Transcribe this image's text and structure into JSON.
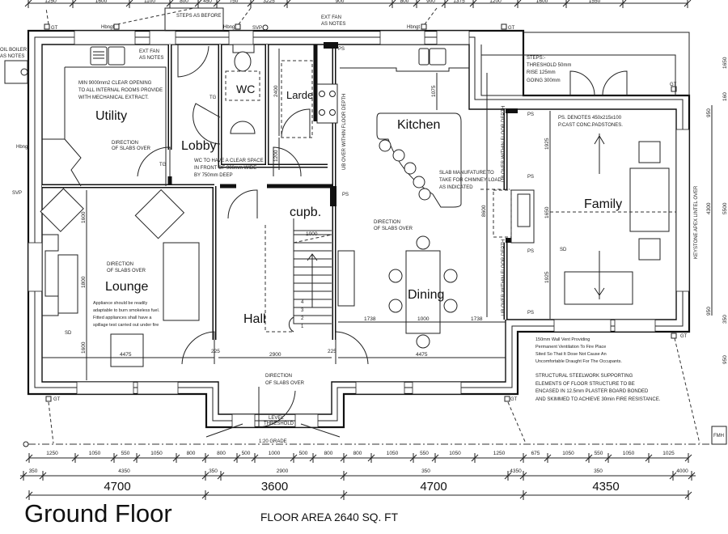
{
  "drawing": {
    "title": "Ground Floor",
    "floor_area": "FLOOR AREA 2640 SQ. FT"
  },
  "rooms": {
    "utility": "Utility",
    "lobby": "Lobby",
    "wc": "WC",
    "larder": "Larder",
    "kitchen": "Kitchen",
    "cupboard": "cupb.",
    "lounge": "Lounge",
    "hall": "Hall",
    "dining": "Dining",
    "family": "Family"
  },
  "labels": {
    "oil_boiler": [
      "OIL BOILER",
      "AS NOTES"
    ],
    "steps_as_before": "STEPS AS BEFORE",
    "ext_fan_utility": [
      "EXT FAN",
      "AS NOTES"
    ],
    "ext_fan_kitchen": [
      "EXT FAN",
      "AS NOTES"
    ],
    "hbngt": "Hbngt",
    "gt": "GT",
    "svp": "SVP",
    "ps": "PS",
    "tg": "TG",
    "sd": "SD",
    "level_threshold": [
      "LEVEL",
      "THRESHOLD"
    ],
    "grade": "1:20 GRADE",
    "fmh": "FMH",
    "keystone": "KEYSTONE APEX LINTEL OVER",
    "ub_over": "UB OVER WITHIN FLOOR DEPTH",
    "direction_slabs": [
      "DIRECTION",
      "OF SLABS OVER"
    ]
  },
  "notes": {
    "extract": [
      "MIN 9000mm2 CLEAR OPENING",
      "TO ALL INTERNAL ROOMS PROVIDE",
      "WITH MECHANICAL EXTRACT."
    ],
    "wc_space": [
      "WC TO HAVE A CLEAR SPACE",
      "IN FRONT OF 900mm WIDE",
      "BY 750mm DEEP"
    ],
    "chimney": [
      "SLAB MANUFATURE TO",
      "TAKE FOR CHIMNEY LOAD",
      "AS INDICATED"
    ],
    "steps": [
      "STEPS:-",
      "THRESHOLD  50mm",
      "RISE 125mm",
      "GOING 300mm"
    ],
    "padstones": [
      "PS. DENOTES 450x215x100",
      "P.CAST CONC.PADSTONES."
    ],
    "appliance": [
      "Appliance should be readily",
      "adaptable to burn smokeless fuel.",
      "Fitted appliances shall have a",
      "spillage test carried out under fire"
    ],
    "vent": [
      "150mm Wall Vent Providing",
      "Permanent Ventilation To Fire Place",
      "Sited So That It Dose Not Cause An",
      "Uncomfortable Draught For The Occupants."
    ],
    "steelwork": [
      "STRUCTURAL STEELWORK SUPPORTING",
      "ELEMENTS OF FLOOR STRUCTURE TO BE",
      "ENCASED IN 12.5mm PLASTER BOARD BONDED",
      "AND SKIMMED TO ACHIEVE 30min FIRE RESISTANCE."
    ]
  },
  "stairs": [
    "1",
    "2",
    "3",
    "4"
  ],
  "dimensions": {
    "top_row": [
      "1250",
      "1600",
      "1100",
      "800",
      "450",
      "750",
      "3225",
      "900",
      "800",
      "900",
      "1375",
      "1200",
      "1600",
      "1550"
    ],
    "bottom_row1": [
      "1250",
      "1050",
      "550",
      "1050",
      "800",
      "800",
      "500",
      "1000",
      "500",
      "800",
      "800",
      "1050",
      "550",
      "1050",
      "1250",
      "675",
      "1050",
      "550",
      "1050",
      "1025"
    ],
    "bottom_row2": [
      "350",
      "4350",
      "350",
      "2900",
      "350",
      "4350",
      "350",
      "4000",
      "350"
    ],
    "bottom_row3": [
      "4700",
      "3600",
      "4700",
      "4350"
    ],
    "internal": {
      "larder_h": "2400",
      "lobby_h": "1200",
      "kitchen_sink": "1075",
      "stair_w": "1000",
      "kitchen_h": "8600",
      "lounge_a": "1600",
      "lounge_b": "1800",
      "lounge_c": "1600",
      "lounge_w": "4475",
      "hall_l": "225",
      "hall_w": "2900",
      "hall_r": "225",
      "dining_l": "1738",
      "dining_table": "1000",
      "dining_r": "1738",
      "dining_w": "4475",
      "family_a": "1925",
      "family_b": "1650",
      "family_c": "1925",
      "right_a": "950",
      "right_b": "4300",
      "right_c": "950",
      "far_a": "1650",
      "far_b": "160",
      "far_c": "5500",
      "far_d": "350",
      "far_e": "950"
    }
  }
}
